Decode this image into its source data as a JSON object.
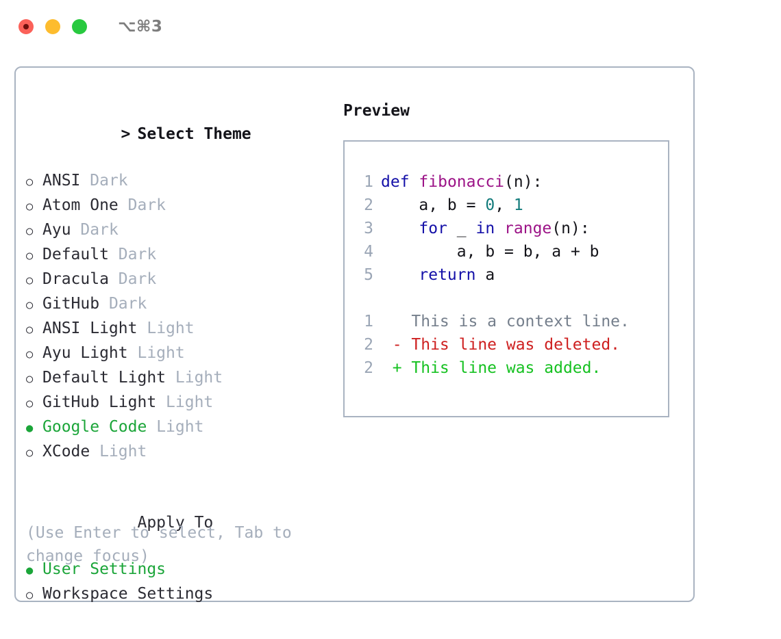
{
  "window": {
    "title": "⌥⌘3",
    "controls": [
      {
        "name": "close",
        "color": "#FB6159"
      },
      {
        "name": "minimize",
        "color": "#FDBC2E"
      },
      {
        "name": "maximize",
        "color": "#28C93F"
      }
    ]
  },
  "theme_picker": {
    "heading_marker": ">",
    "heading": "Select Theme",
    "items": [
      {
        "marker": "○",
        "label": "ANSI",
        "tag": "Dark",
        "selected": false
      },
      {
        "marker": "○",
        "label": "Atom One",
        "tag": "Dark",
        "selected": false
      },
      {
        "marker": "○",
        "label": "Ayu",
        "tag": "Dark",
        "selected": false
      },
      {
        "marker": "○",
        "label": "Default",
        "tag": "Dark",
        "selected": false
      },
      {
        "marker": "○",
        "label": "Dracula",
        "tag": "Dark",
        "selected": false
      },
      {
        "marker": "○",
        "label": "GitHub",
        "tag": "Dark",
        "selected": false
      },
      {
        "marker": "○",
        "label": "ANSI Light",
        "tag": "Light",
        "selected": false
      },
      {
        "marker": "○",
        "label": "Ayu Light",
        "tag": "Light",
        "selected": false
      },
      {
        "marker": "○",
        "label": "Default Light",
        "tag": "Light",
        "selected": false
      },
      {
        "marker": "○",
        "label": "GitHub Light",
        "tag": "Light",
        "selected": false
      },
      {
        "marker": "●",
        "label": "Google Code",
        "tag": "Light",
        "selected": true
      },
      {
        "marker": "○",
        "label": "XCode",
        "tag": "Light",
        "selected": false
      }
    ]
  },
  "apply_to": {
    "heading": "Apply To",
    "items": [
      {
        "marker": "●",
        "label": "User Settings",
        "selected": true
      },
      {
        "marker": "○",
        "label": "Workspace Settings",
        "selected": false
      }
    ]
  },
  "hint": "(Use Enter to select, Tab to change focus)",
  "preview": {
    "title": "Preview",
    "code_lines": [
      {
        "no": "1",
        "tokens": [
          {
            "t": "def",
            "c": "kw"
          },
          {
            "t": " ",
            "c": "plain"
          },
          {
            "t": "fibonacci",
            "c": "fn"
          },
          {
            "t": "(n):",
            "c": "plain"
          }
        ]
      },
      {
        "no": "2",
        "tokens": [
          {
            "t": "    a, b = ",
            "c": "plain"
          },
          {
            "t": "0",
            "c": "num"
          },
          {
            "t": ", ",
            "c": "plain"
          },
          {
            "t": "1",
            "c": "num"
          }
        ]
      },
      {
        "no": "3",
        "tokens": [
          {
            "t": "    ",
            "c": "plain"
          },
          {
            "t": "for",
            "c": "kw"
          },
          {
            "t": " _ ",
            "c": "plain"
          },
          {
            "t": "in",
            "c": "kw"
          },
          {
            "t": " ",
            "c": "plain"
          },
          {
            "t": "range",
            "c": "fn"
          },
          {
            "t": "(n):",
            "c": "plain"
          }
        ]
      },
      {
        "no": "4",
        "tokens": [
          {
            "t": "        a, b = b, a + b",
            "c": "plain"
          }
        ]
      },
      {
        "no": "5",
        "tokens": [
          {
            "t": "    ",
            "c": "plain"
          },
          {
            "t": "return",
            "c": "kw"
          },
          {
            "t": " a",
            "c": "plain"
          }
        ]
      }
    ],
    "diff_lines": [
      {
        "no": "1",
        "sign": " ",
        "text": "This is a context line.",
        "kind": "ctx"
      },
      {
        "no": "2",
        "sign": "-",
        "text": "This line was deleted.",
        "kind": "del"
      },
      {
        "no": "2",
        "sign": "+",
        "text": "This line was added.",
        "kind": "add"
      }
    ]
  },
  "colors": {
    "accent_green": "#1BA539",
    "muted": "#A5AEBB",
    "border": "#A9B3C1",
    "keyword": "#1410A8",
    "function": "#9C1387",
    "number": "#127B7B",
    "diff_delete": "#CE2020",
    "diff_add": "#16C121"
  }
}
